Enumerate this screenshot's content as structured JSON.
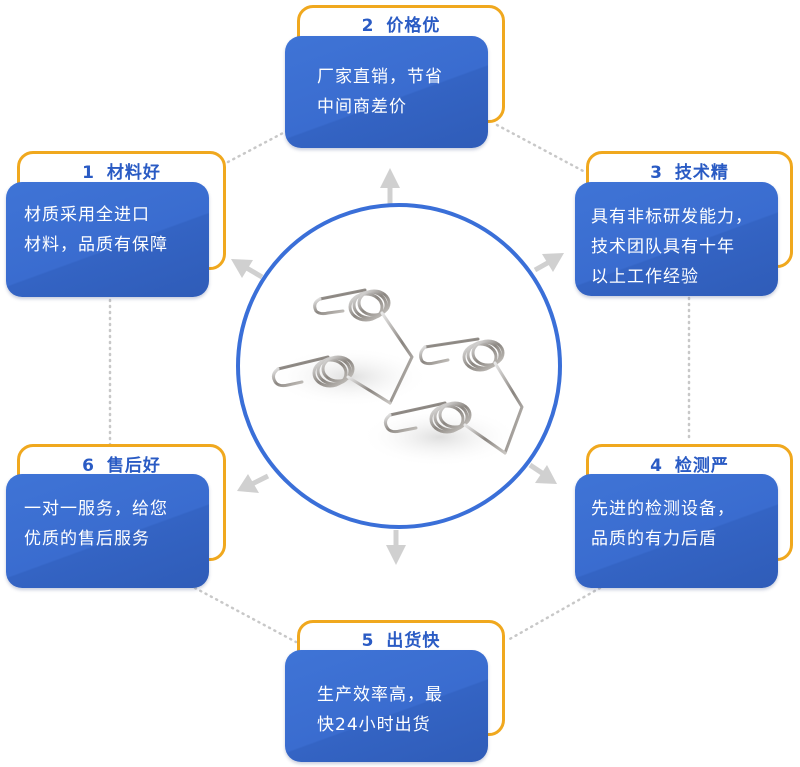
{
  "diagram": {
    "center_image": "torsion-springs-product-photo",
    "colors": {
      "card_blue": "#3a6ccf",
      "outline_orange": "#f0a81e",
      "title_blue": "#2a5bc4",
      "circle_blue": "#3a6fd8",
      "arrow_gray": "#d0d0d0",
      "dotted_gray": "#c8c8c8"
    },
    "cards": [
      {
        "num": "1",
        "title": "材料好",
        "lines": [
          "材质采用全进口",
          "材料，品质有保障"
        ]
      },
      {
        "num": "2",
        "title": "价格优",
        "lines": [
          "厂家直销，节省",
          "中间商差价"
        ]
      },
      {
        "num": "3",
        "title": "技术精",
        "lines": [
          "具有非标研发能力，",
          "技术团队具有十年",
          "以上工作经验"
        ]
      },
      {
        "num": "4",
        "title": "检测严",
        "lines": [
          "先进的检测设备，",
          "品质的有力后盾"
        ]
      },
      {
        "num": "5",
        "title": "出货快",
        "lines": [
          "生产效率高，最",
          "快24小时出货"
        ]
      },
      {
        "num": "6",
        "title": "售后好",
        "lines": [
          "一对一服务，给您",
          "优质的售后服务"
        ]
      }
    ]
  }
}
